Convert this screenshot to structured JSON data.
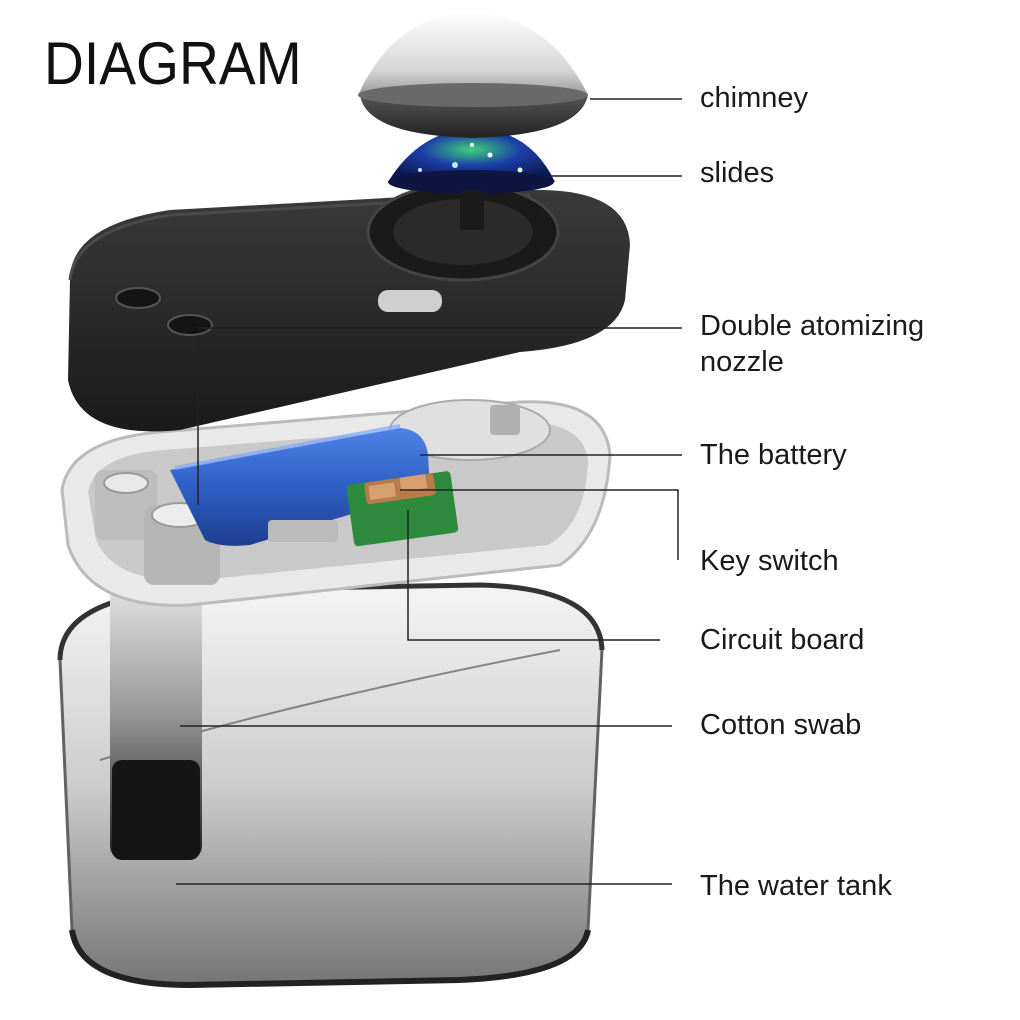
{
  "title": "DIAGRAM",
  "labels": {
    "chimney": "chimney",
    "slides": "slides",
    "nozzle": "Double atomizing\nnozzle",
    "battery": "The battery",
    "key_switch": "Key switch",
    "circuit_board": "Circuit board",
    "cotton_swab": "Cotton swab",
    "water_tank": "The water tank"
  },
  "colors": {
    "lid": "#2b2b2b",
    "battery": "#2f5fc6",
    "tank": "#3a3a3a",
    "tray": "#d9d9d9",
    "pcb": "#2e8b3d",
    "chimney": "#e8e8e8",
    "leader_line": "#222222"
  }
}
